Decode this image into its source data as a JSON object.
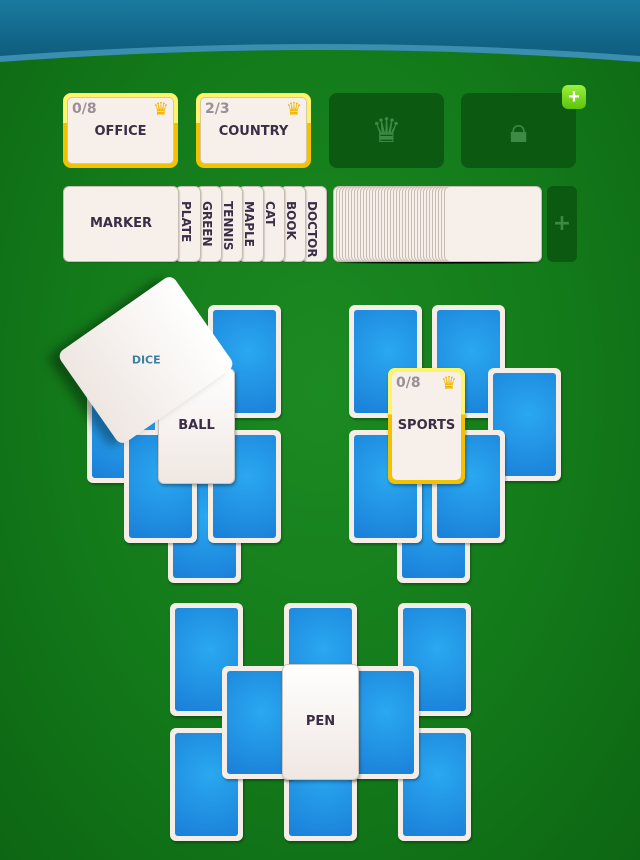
{
  "categories": [
    {
      "count": "0/8",
      "name": "OFFICE"
    },
    {
      "count": "2/3",
      "name": "COUNTRY"
    }
  ],
  "locked_slots": [
    {
      "icon": "crown-icon"
    },
    {
      "icon": "lock-icon"
    }
  ],
  "add_slot_label": "+",
  "word_row": {
    "top_card": "MARKER",
    "cards": [
      "PLATE",
      "GREEN",
      "TENNIS",
      "MAPLE",
      "CAT",
      "BOOK",
      "DOCTOR"
    ],
    "add_label": "+"
  },
  "left_pile": {
    "top_card": "BALL",
    "moving_card": "DICE"
  },
  "right_pile": {
    "category": {
      "count": "0/8",
      "name": "SPORTS"
    }
  },
  "bottom_pile": {
    "top_card": "PEN"
  },
  "colors": {
    "felt": "#137a1a",
    "card_back": "#1a8ae0",
    "gold": "#f2c200",
    "header": "#156b8e"
  }
}
